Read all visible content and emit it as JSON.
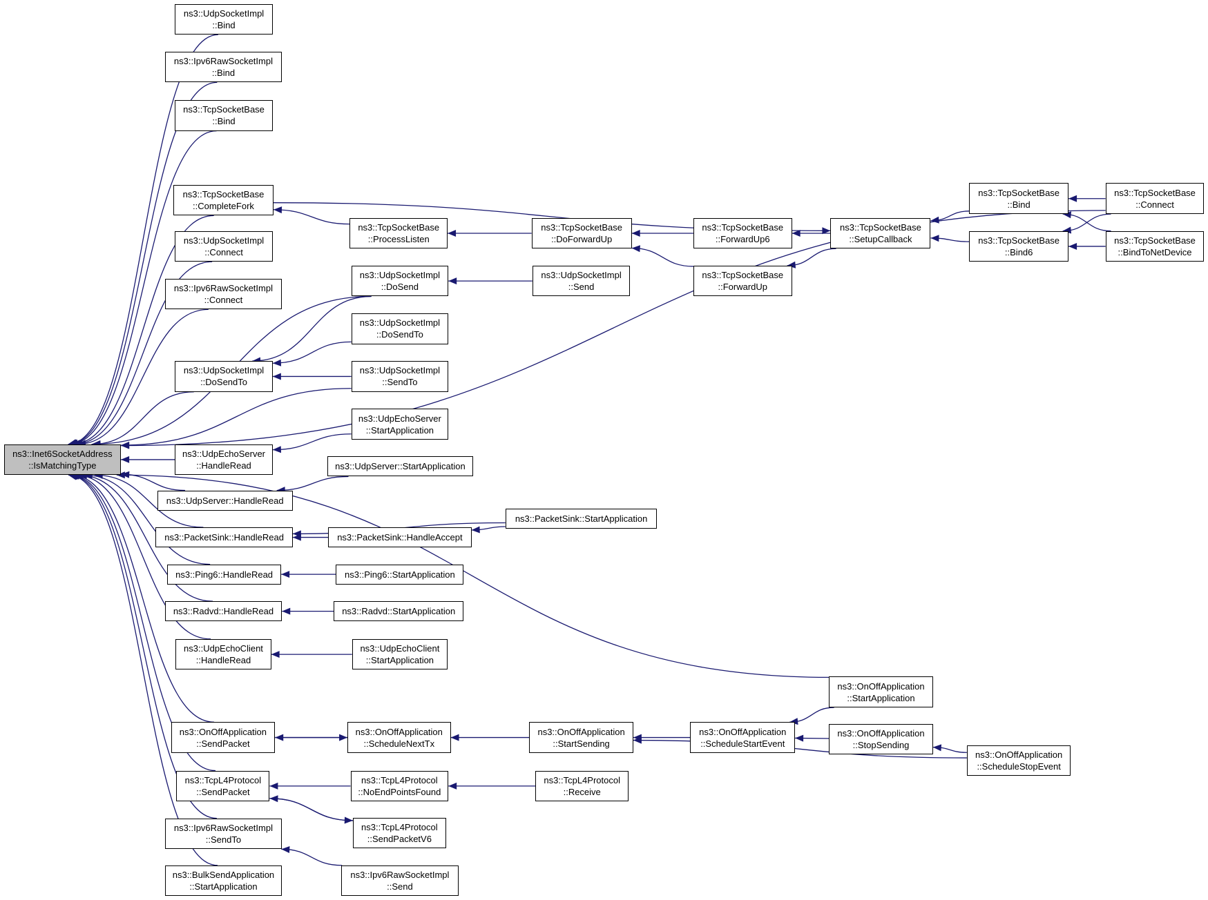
{
  "graph": {
    "edge_color": "#191970",
    "root_fill": "#bfbfbf",
    "nodes": {
      "root": [
        "ns3::Inet6SocketAddress",
        "::IsMatchingType"
      ],
      "n1": [
        "ns3::UdpSocketImpl",
        "::Bind"
      ],
      "n2": [
        "ns3::Ipv6RawSocketImpl",
        "::Bind"
      ],
      "n3": [
        "ns3::TcpSocketBase",
        "::Bind"
      ],
      "n4": [
        "ns3::TcpSocketBase",
        "::CompleteFork"
      ],
      "n5": [
        "ns3::UdpSocketImpl",
        "::Connect"
      ],
      "n6": [
        "ns3::Ipv6RawSocketImpl",
        "::Connect"
      ],
      "n7": [
        "ns3::UdpSocketImpl",
        "::DoSendTo"
      ],
      "n8": [
        "ns3::UdpEchoServer",
        "::HandleRead"
      ],
      "n9": [
        "ns3::UdpServer::HandleRead"
      ],
      "n10": [
        "ns3::PacketSink::HandleRead"
      ],
      "n11": [
        "ns3::Ping6::HandleRead"
      ],
      "n12": [
        "ns3::Radvd::HandleRead"
      ],
      "n13": [
        "ns3::UdpEchoClient",
        "::HandleRead"
      ],
      "n14": [
        "ns3::OnOffApplication",
        "::SendPacket"
      ],
      "n15": [
        "ns3::TcpL4Protocol",
        "::SendPacket"
      ],
      "n16": [
        "ns3::Ipv6RawSocketImpl",
        "::SendTo"
      ],
      "n17": [
        "ns3::BulkSendApplication",
        "::StartApplication"
      ],
      "m1": [
        "ns3::TcpSocketBase",
        "::ProcessListen"
      ],
      "m2": [
        "ns3::UdpSocketImpl",
        "::DoSend"
      ],
      "m3": [
        "ns3::UdpSocketImpl",
        "::DoSendTo"
      ],
      "m4": [
        "ns3::UdpSocketImpl",
        "::SendTo"
      ],
      "m5": [
        "ns3::UdpEchoServer",
        "::StartApplication"
      ],
      "m6": [
        "ns3::UdpServer::StartApplication"
      ],
      "m7": [
        "ns3::PacketSink::HandleAccept"
      ],
      "m8": [
        "ns3::Ping6::StartApplication"
      ],
      "m9": [
        "ns3::Radvd::StartApplication"
      ],
      "m10": [
        "ns3::UdpEchoClient",
        "::StartApplication"
      ],
      "m11": [
        "ns3::OnOffApplication",
        "::ScheduleNextTx"
      ],
      "m12": [
        "ns3::TcpL4Protocol",
        "::NoEndPointsFound"
      ],
      "m13": [
        "ns3::TcpL4Protocol",
        "::SendPacketV6"
      ],
      "m14": [
        "ns3::Ipv6RawSocketImpl",
        "::Send"
      ],
      "p1": [
        "ns3::TcpSocketBase",
        "::DoForwardUp"
      ],
      "p2": [
        "ns3::UdpSocketImpl",
        "::Send"
      ],
      "p3": [
        "ns3::PacketSink::StartApplication"
      ],
      "p4": [
        "ns3::OnOffApplication",
        "::StartSending"
      ],
      "p5": [
        "ns3::TcpL4Protocol",
        "::Receive"
      ],
      "q1": [
        "ns3::TcpSocketBase",
        "::ForwardUp6"
      ],
      "q2": [
        "ns3::TcpSocketBase",
        "::ForwardUp"
      ],
      "q3": [
        "ns3::OnOffApplication",
        "::ScheduleStartEvent"
      ],
      "r1": [
        "ns3::TcpSocketBase",
        "::SetupCallback"
      ],
      "r2": [
        "ns3::OnOffApplication",
        "::StartApplication"
      ],
      "r3": [
        "ns3::OnOffApplication",
        "::StopSending"
      ],
      "s1": [
        "ns3::TcpSocketBase",
        "::Bind"
      ],
      "s2": [
        "ns3::TcpSocketBase",
        "::Bind6"
      ],
      "s3": [
        "ns3::OnOffApplication",
        "::ScheduleStopEvent"
      ],
      "t1": [
        "ns3::TcpSocketBase",
        "::Connect"
      ],
      "t2": [
        "ns3::TcpSocketBase",
        "::BindToNetDevice"
      ]
    },
    "edges": [
      [
        "root",
        "n1"
      ],
      [
        "root",
        "n2"
      ],
      [
        "root",
        "n3"
      ],
      [
        "root",
        "n4"
      ],
      [
        "root",
        "n5"
      ],
      [
        "root",
        "n6"
      ],
      [
        "root",
        "n7"
      ],
      [
        "root",
        "n8"
      ],
      [
        "root",
        "n9"
      ],
      [
        "root",
        "n10"
      ],
      [
        "root",
        "n11"
      ],
      [
        "root",
        "n12"
      ],
      [
        "root",
        "n13"
      ],
      [
        "root",
        "n14"
      ],
      [
        "root",
        "n15"
      ],
      [
        "root",
        "n16"
      ],
      [
        "root",
        "n17"
      ],
      [
        "root",
        "t1"
      ],
      [
        "root",
        "m2"
      ],
      [
        "root",
        "m4"
      ],
      [
        "root",
        "r2"
      ],
      [
        "n4",
        "m1"
      ],
      [
        "r1",
        "n4"
      ],
      [
        "m1",
        "p1"
      ],
      [
        "p1",
        "q1"
      ],
      [
        "p1",
        "q2"
      ],
      [
        "q1",
        "r1"
      ],
      [
        "q2",
        "r1"
      ],
      [
        "r1",
        "s1"
      ],
      [
        "r1",
        "s2"
      ],
      [
        "s1",
        "t1"
      ],
      [
        "s1",
        "t2"
      ],
      [
        "s2",
        "t1"
      ],
      [
        "s2",
        "t2"
      ],
      [
        "m2",
        "p2"
      ],
      [
        "n7",
        "m2"
      ],
      [
        "n7",
        "m3"
      ],
      [
        "n7",
        "m4"
      ],
      [
        "n8",
        "m5"
      ],
      [
        "n9",
        "m6"
      ],
      [
        "n10",
        "m7"
      ],
      [
        "n10",
        "p3"
      ],
      [
        "m7",
        "p3"
      ],
      [
        "n11",
        "m8"
      ],
      [
        "n12",
        "m9"
      ],
      [
        "n13",
        "m10"
      ],
      [
        "n14",
        "m11"
      ],
      [
        "m11",
        "n14"
      ],
      [
        "m11",
        "p4"
      ],
      [
        "p4",
        "q3"
      ],
      [
        "p4",
        "s3"
      ],
      [
        "q3",
        "r2"
      ],
      [
        "q3",
        "r3"
      ],
      [
        "r3",
        "s3"
      ],
      [
        "n15",
        "m12"
      ],
      [
        "n15",
        "m13"
      ],
      [
        "m13",
        "n15"
      ],
      [
        "m12",
        "p5"
      ],
      [
        "n16",
        "m14"
      ]
    ]
  }
}
